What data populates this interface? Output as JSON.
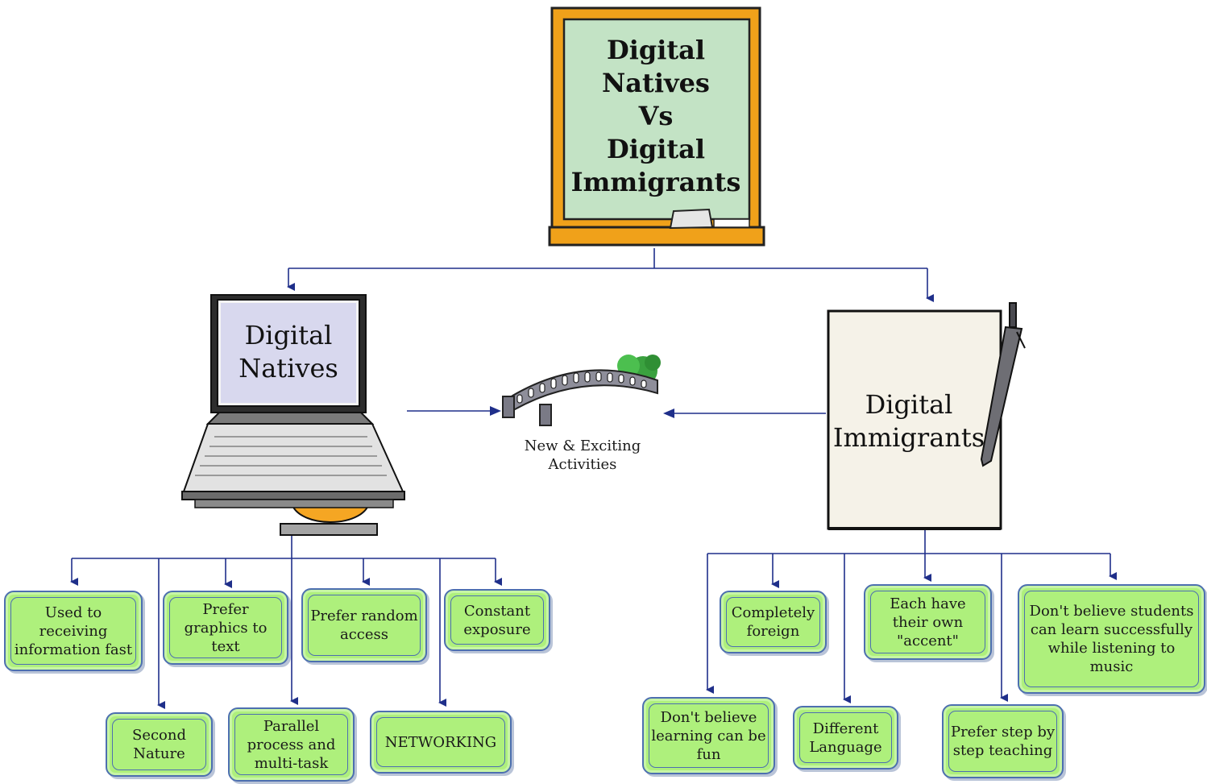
{
  "title": "Digital\nNatives\nVs\nDigital\nImmigrants",
  "natives": {
    "label": "Digital\nNatives",
    "traits": [
      "Used to\nreceiving\ninformation fast",
      "Prefer\ngraphics to\ntext",
      "Prefer random\naccess",
      "Constant\nexposure",
      "Second\nNature",
      "Parallel\nprocess and\nmulti-task",
      "NETWORKING"
    ]
  },
  "bridge": {
    "label": "New & Exciting\nActivities"
  },
  "immigrants": {
    "label": "Digital\nImmigrants",
    "traits": [
      "Completely\nforeign",
      "Each have\ntheir own\n\"accent\"",
      "Don't believe students\ncan learn successfully\nwhile listening to\nmusic",
      "Don't believe\nlearning can be\nfun",
      "Different\nLanguage",
      "Prefer step by\nstep teaching"
    ]
  },
  "colors": {
    "box_fill": "#aef07c",
    "box_border": "#4d6fb0",
    "connector": "#1f2f8a",
    "chalkboard": "#c3e3c5",
    "chalkboard_frame": "#f0a11a"
  }
}
